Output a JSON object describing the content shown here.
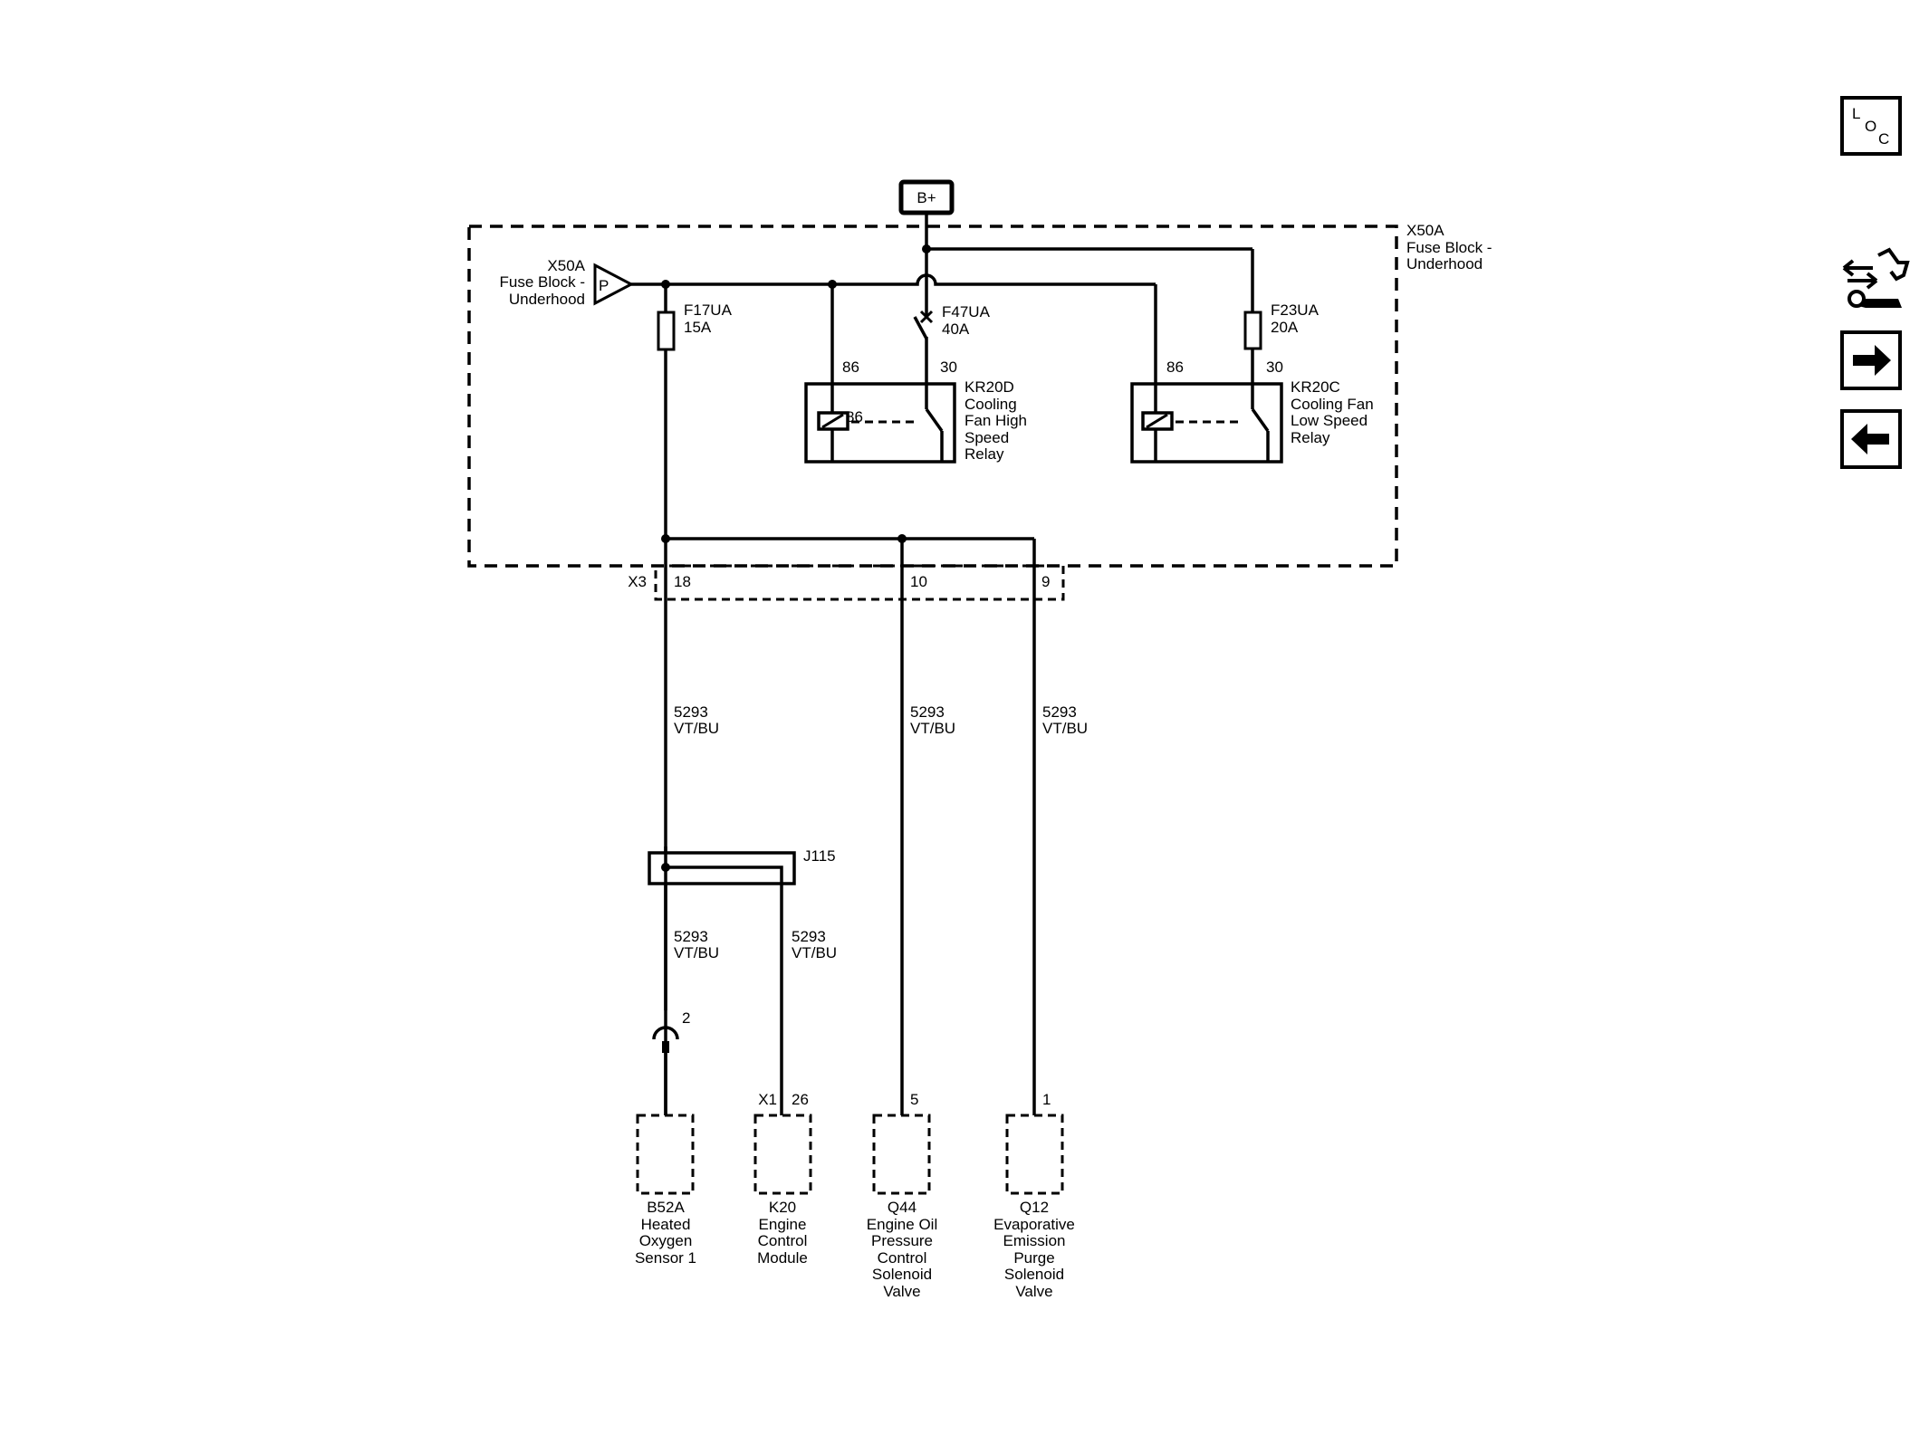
{
  "power": {
    "label": "B+"
  },
  "fuse_block": {
    "name": "X50A",
    "desc_line1": "Fuse Block -",
    "desc_line2": "Underhood",
    "connector_letter": "P"
  },
  "fuses": [
    {
      "name": "F17UA",
      "rating": "15A"
    },
    {
      "name": "F47UA",
      "rating": "40A"
    },
    {
      "name": "F23UA",
      "rating": "20A"
    }
  ],
  "relays": [
    {
      "id": "KR20D",
      "lines": [
        "Cooling",
        "Fan High",
        "Speed",
        "Relay"
      ],
      "coil_pin": "86",
      "switch_pin": "30",
      "coil_overlay": "86"
    },
    {
      "id": "KR20C",
      "lines": [
        "Cooling Fan",
        "Low Speed",
        "Relay"
      ],
      "coil_pin": "86",
      "switch_pin": "30"
    }
  ],
  "connector_x3": {
    "name": "X3",
    "pins": [
      "18",
      "10",
      "9"
    ]
  },
  "wire": {
    "circuit": "5293",
    "color": "VT/BU"
  },
  "splice": {
    "name": "J115"
  },
  "component_pins": {
    "b52a": "2",
    "k20_connector": "X1",
    "k20": "26",
    "q44": "5",
    "q12": "1"
  },
  "components": [
    {
      "id": "B52A",
      "lines": [
        "Heated",
        "Oxygen",
        "Sensor 1"
      ]
    },
    {
      "id": "K20",
      "lines": [
        "Engine",
        "Control",
        "Module"
      ]
    },
    {
      "id": "Q44",
      "lines": [
        "Engine Oil",
        "Pressure",
        "Control",
        "Solenoid",
        "Valve"
      ]
    },
    {
      "id": "Q12",
      "lines": [
        "Evaporative",
        "Emission",
        "Purge",
        "Solenoid",
        "Valve"
      ]
    }
  ],
  "nav": {
    "loc": {
      "l": "L",
      "o": "O",
      "c": "C"
    },
    "icons": [
      "harness-routing-icon",
      "forward-arrow-icon",
      "back-arrow-icon"
    ]
  }
}
